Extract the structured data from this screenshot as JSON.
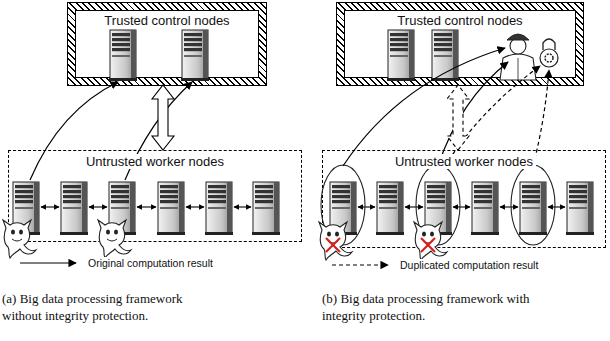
{
  "diagram": {
    "nodes": [
      {
        "text": [
          "Trusted control nodes"
        ]
      },
      {
        "text": [
          "Untrusted worker nodes"
        ]
      },
      {
        "text": [
          "Trusted control nodes"
        ]
      },
      {
        "text": [
          "Untrusted worker nodes"
        ]
      }
    ],
    "edges": [
      {
        "from": 1,
        "to": 0,
        "arrow": "both"
      },
      {
        "from": 3,
        "to": 2,
        "arrow": "both"
      }
    ],
    "labels": [
      "(a) Big data processing framework without integrity protection.",
      "(b) Big data processing framework with integrity protection."
    ],
    "legend": [
      {
        "text": "Original computation result"
      },
      {
        "text": "Duplicated computation result"
      }
    ]
  }
}
